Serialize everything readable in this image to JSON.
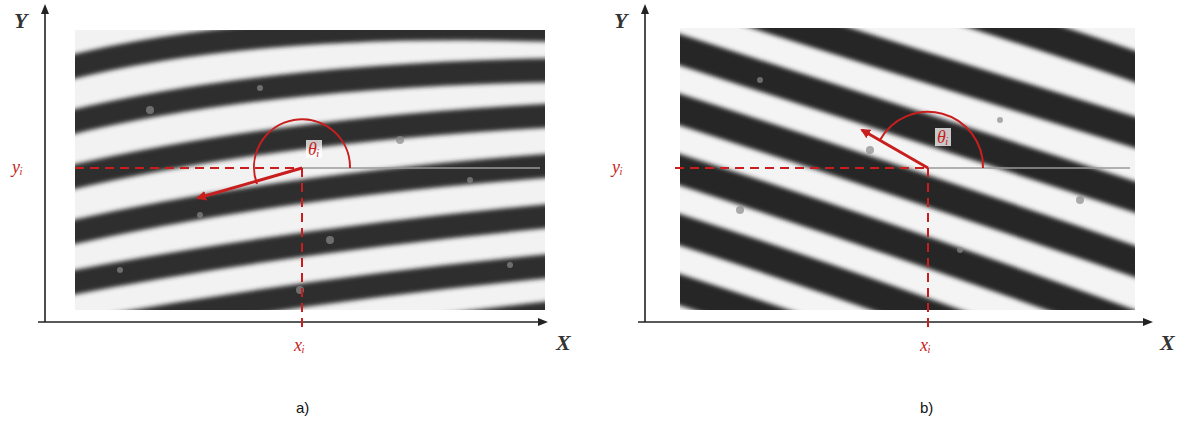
{
  "diagram": {
    "labels": [
      "Y",
      "yᵢ",
      "θᵢ",
      "xᵢ",
      "X",
      "Y",
      "yᵢ",
      "θᵢ",
      "xᵢ",
      "X",
      "a)",
      "b)"
    ]
  }
}
